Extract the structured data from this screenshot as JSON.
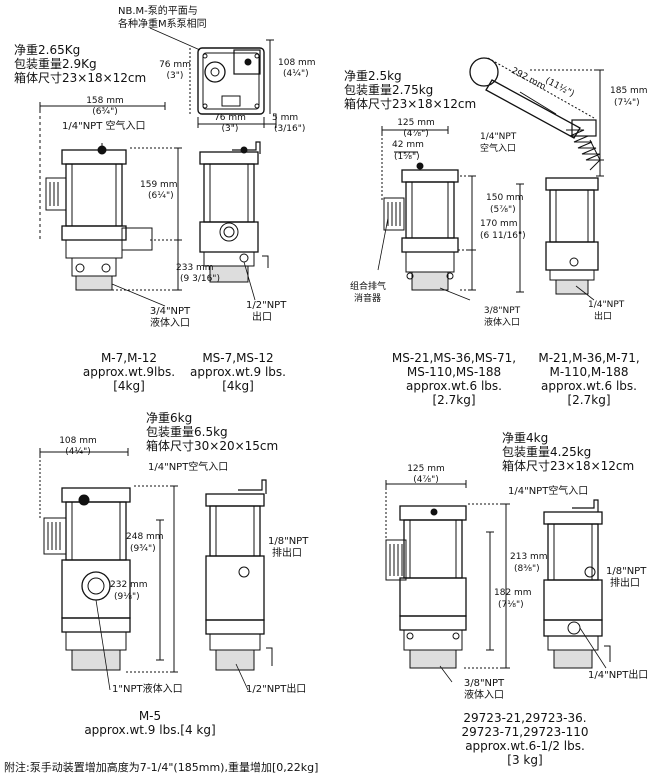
{
  "note_top": [
    "NB.M-泵的平面与",
    "各种净重M系泵相同"
  ],
  "plan_dims": {
    "w1": "76 mm",
    "w1_in": "(3\")",
    "h1": "76 mm",
    "h1_in": "(3\")",
    "h2": "108 mm",
    "h2_in": "(4¼\")",
    "off": "5 mm",
    "off_in": "(3/16\")"
  },
  "panel1": {
    "weights": [
      "净重2.65Kg",
      "包装重量2.9Kg",
      "箱体尺寸23×18×12cm"
    ],
    "dims": {
      "w": "158 mm",
      "w_in": "(6¾\")",
      "h1": "159 mm",
      "h1_in": "(6¼\")",
      "h2": "233 mm",
      "h2_in": "(9 3/16\")"
    },
    "ports": {
      "air_in": "1/4\"NPT 空气入口",
      "fluid_in": [
        "3/4\"NPT",
        "液体入口"
      ],
      "outlet": [
        "1/2\"NPT",
        "出口"
      ]
    },
    "models_left": [
      "M-7,M-12",
      "approx.wt.9lbs.",
      "[4kg]"
    ],
    "models_right": [
      "MS-7,MS-12",
      "approx.wt.9 lbs.",
      "[4kg]"
    ]
  },
  "panel2": {
    "weights": [
      "净重2.5kg",
      "包装重量2.75kg",
      "箱体尺寸23×18×12cm"
    ],
    "dims": {
      "w": "125 mm",
      "w_in": "(4⅞\")",
      "d": "42 mm",
      "d_in": "(1⅝\")",
      "h1": "150 mm",
      "h1_in": "(5⅞\")",
      "h2": "170 mm",
      "h2_in": "(6 11/16\")",
      "lever": "292 mm",
      "lever_in": "(11½\")",
      "lever_h": "185 mm",
      "lever_h_in": "(7¼\")"
    },
    "ports": {
      "air_in": [
        "1/4\"NPT",
        "空气入口"
      ],
      "muffler": [
        "组合排气",
        "消音器"
      ],
      "fluid_in": [
        "3/8\"NPT",
        "液体入口"
      ],
      "outlet": [
        "1/4\"NPT",
        "出口"
      ]
    },
    "models_left": [
      "MS-21,MS-36,MS-71,",
      "MS-110,MS-188",
      "approx.wt.6 lbs.",
      "[2.7kg]"
    ],
    "models_right": [
      "M-21,M-36,M-71,",
      "M-110,M-188",
      "approx.wt.6 lbs.",
      "[2.7kg]"
    ]
  },
  "panel3": {
    "weights": [
      "净重6kg",
      "包装重量6.5kg",
      "箱体尺寸30×20×15cm"
    ],
    "dims": {
      "w": "108 mm",
      "w_in": "(4¼\")",
      "h1": "248 mm",
      "h1_in": "(9¾\")",
      "h2": "232 mm",
      "h2_in": "(9⅛\")"
    },
    "ports": {
      "air_in": "1/4\"NPT空气入口",
      "exhaust": [
        "1/8\"NPT",
        "排出口"
      ],
      "fluid_in": "1\"NPT液体入口",
      "outlet": "1/2\"NPT出口"
    },
    "models": [
      "M-5",
      "approx.wt.9 lbs.[4 kg]"
    ]
  },
  "panel4": {
    "weights": [
      "净重4kg",
      "包装重量4.25kg",
      "箱体尺寸23×18×12cm"
    ],
    "dims": {
      "w": "125 mm",
      "w_in": "(4⅞\")",
      "h1": "213 mm",
      "h1_in": "(8⅜\")",
      "h2": "182 mm",
      "h2_in": "(7⅛\")"
    },
    "ports": {
      "air_in": "1/4\"NPT空气入口",
      "exhaust": [
        "1/8\"NPT",
        "排出口"
      ],
      "fluid_in": [
        "3/8\"NPT",
        "液体入口"
      ],
      "outlet": "1/4\"NPT出口"
    },
    "models": [
      "29723-21,29723-36.",
      "29723-71,29723-110",
      "approx.wt.6-1/2 lbs.",
      "[3 kg]"
    ]
  },
  "footnote": "附注:泵手动装置增加高度为7-1/4\"(185mm),重量增加[0,22kg]"
}
